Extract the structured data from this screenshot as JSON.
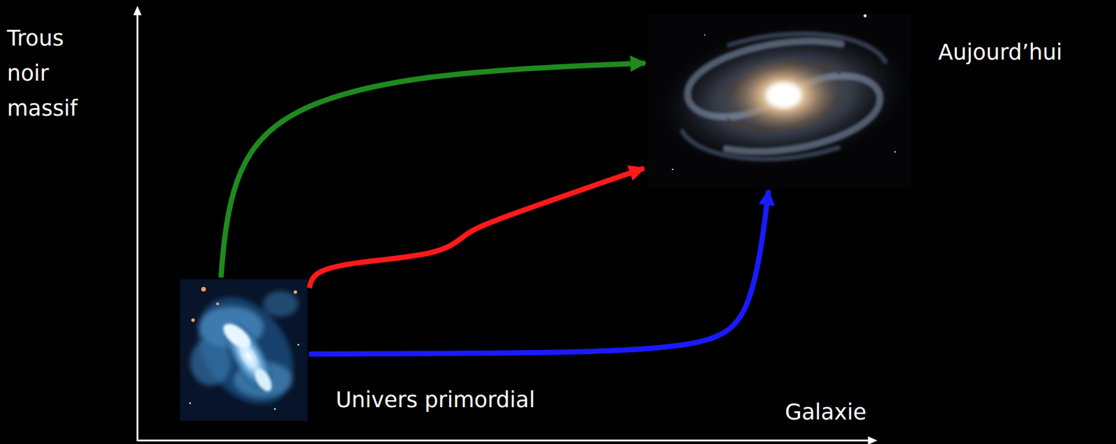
{
  "diagram": {
    "nodes": [
      {
        "text": [
          "Aujourd’hui"
        ]
      },
      {
        "text": [
          "Univers primordial"
        ]
      }
    ],
    "edges": [
      {
        "from": 1,
        "to": 0,
        "arrow": "to"
      },
      {
        "from": 1,
        "to": 0,
        "arrow": "to"
      },
      {
        "from": 1,
        "to": 0,
        "arrow": "to"
      }
    ],
    "labels": [
      "Trous noir massif",
      "Galaxie"
    ]
  }
}
